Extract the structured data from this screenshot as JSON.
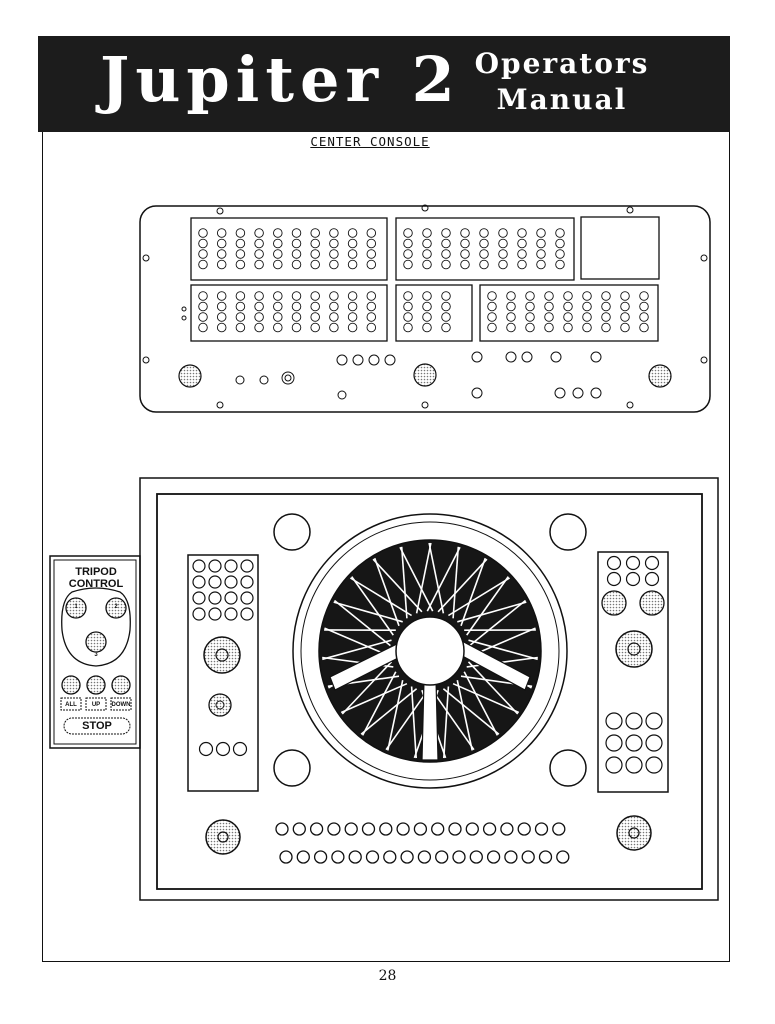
{
  "header": {
    "title": "Jupiter 2",
    "subtitle_line1": "Operators",
    "subtitle_line2": "Manual"
  },
  "section": {
    "caption": "CENTER CONSOLE"
  },
  "tripod_control": {
    "title_line1": "TRIPOD",
    "title_line2": "CONTROL",
    "leg_numbers": [
      "1",
      "2",
      "3"
    ],
    "buttons": [
      "ALL",
      "UP",
      "DOWN"
    ],
    "stop_label": "STOP"
  },
  "footer": {
    "page_number": "28"
  }
}
